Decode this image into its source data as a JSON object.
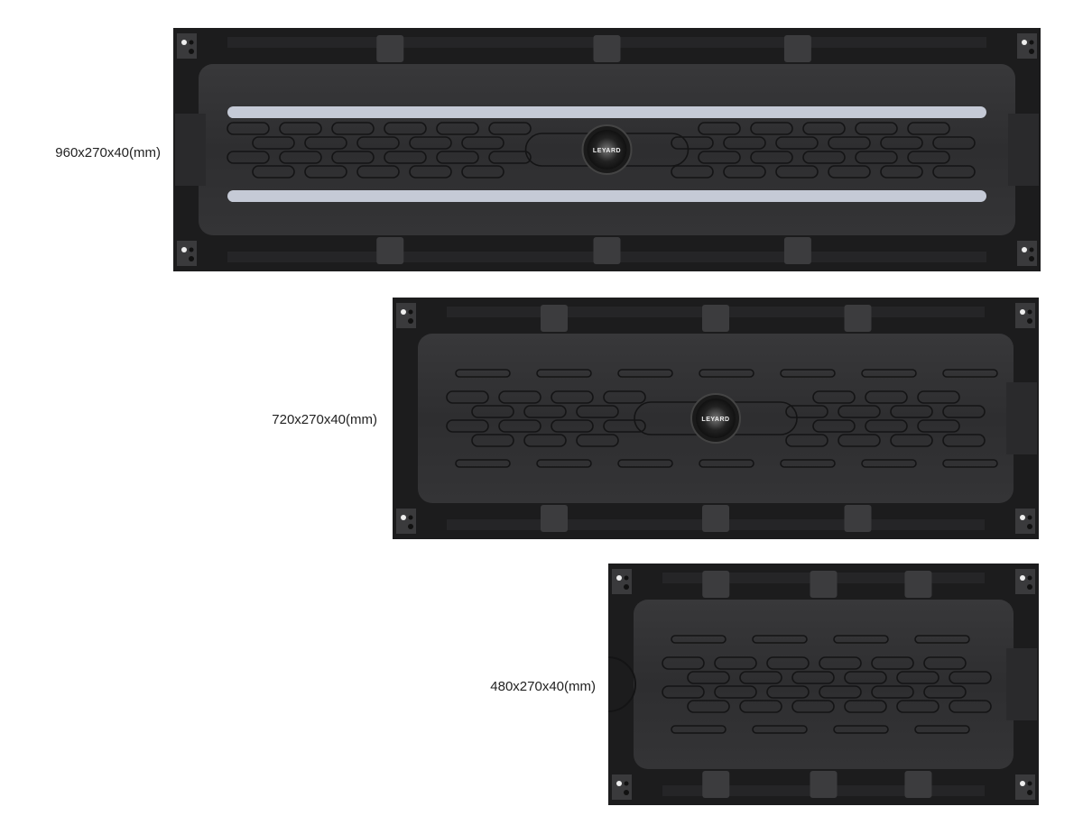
{
  "cabinets": [
    {
      "size_label": "960x270x40(mm)",
      "brand_logo": "LEYARD",
      "light_bars": true,
      "logo_visible": true
    },
    {
      "size_label": "720x270x40(mm)",
      "brand_logo": "LEYARD",
      "light_bars": false,
      "logo_visible": true
    },
    {
      "size_label": "480x270x40(mm)",
      "light_bars": false,
      "logo_visible": false
    }
  ],
  "colors": {
    "body": "#2f2f31",
    "edge": "#1c1c1d",
    "groove": "#141415",
    "light_bar": "#c5cad6"
  }
}
